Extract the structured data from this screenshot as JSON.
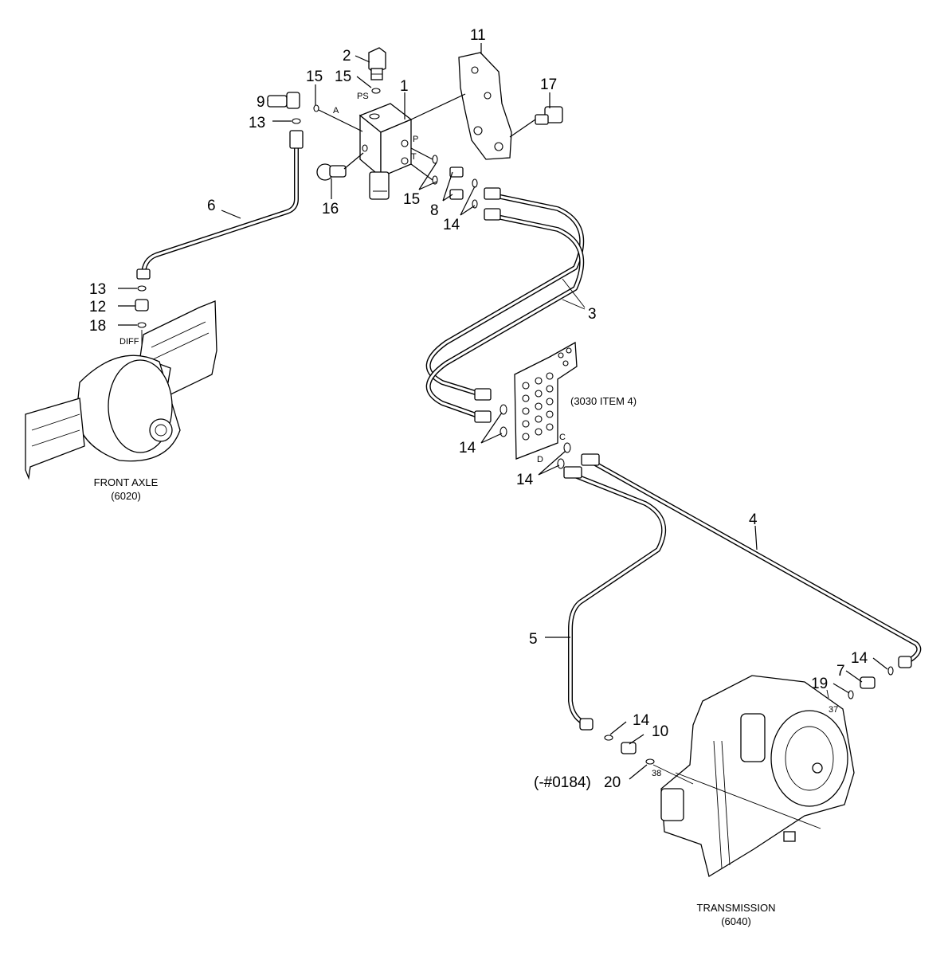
{
  "diagram": {
    "callouts": {
      "c1": "1",
      "c2": "2",
      "c3": "3",
      "c4": "4",
      "c5": "5",
      "c6": "6",
      "c7": "7",
      "c8": "8",
      "c9": "9",
      "c10": "10",
      "c11": "11",
      "c12": "12",
      "c13a": "13",
      "c13b": "13",
      "c14a": "14",
      "c14b": "14",
      "c14c": "14",
      "c14d": "14",
      "c14e": "14",
      "c15a": "15",
      "c15b": "15",
      "c15c": "15",
      "c16": "16",
      "c17": "17",
      "c18": "18",
      "c19": "19",
      "c20": "20"
    },
    "port_labels": {
      "ps": "PS",
      "a": "A",
      "p": "P",
      "t": "T",
      "c": "C",
      "d": "D",
      "diff": "DIFF"
    },
    "small_numbers": {
      "n37": "37",
      "n38": "38"
    },
    "notes": {
      "ref_3030": "(3030 ITEM 4)",
      "serial_prefix": "(-#0184)"
    },
    "assemblies": {
      "front_axle_title": "FRONT AXLE",
      "front_axle_ref": "(6020)",
      "transmission_title": "TRANSMISSION",
      "transmission_ref": "(6040)"
    }
  }
}
